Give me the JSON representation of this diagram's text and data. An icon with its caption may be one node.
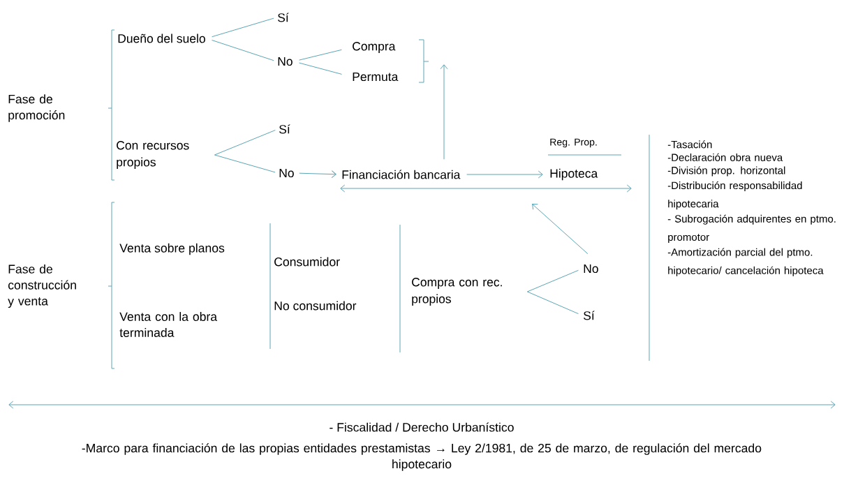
{
  "diagram": {
    "nodes": [
      {
        "text": [
          "Dueño del suelo"
        ]
      },
      {
        "text": [
          "Sí"
        ]
      },
      {
        "text": [
          "No"
        ]
      },
      {
        "text": [
          "Compra"
        ]
      },
      {
        "text": [
          "Permuta"
        ]
      },
      {
        "text": [
          "Con recursos propios"
        ]
      },
      {
        "text": [
          "Sí"
        ]
      },
      {
        "text": [
          "No"
        ]
      },
      {
        "text": [
          "Financiación bancaria"
        ]
      },
      {
        "text": [
          "Hipoteca"
        ]
      },
      {
        "text": [
          "Compra con rec. propios"
        ]
      },
      {
        "text": [
          "No"
        ]
      },
      {
        "text": [
          "Sí"
        ]
      }
    ],
    "edges": [
      {
        "from": 0,
        "to": 1,
        "arrow": "none"
      },
      {
        "from": 0,
        "to": 2,
        "arrow": "none"
      },
      {
        "from": 2,
        "to": 3,
        "arrow": "none"
      },
      {
        "from": 2,
        "to": 4,
        "arrow": "none"
      },
      {
        "from": 5,
        "to": 6,
        "arrow": "none"
      },
      {
        "from": 5,
        "to": 7,
        "arrow": "none"
      },
      {
        "from": 7,
        "to": 8,
        "arrow": "to"
      },
      {
        "from": 8,
        "to": 9,
        "arrow": "to"
      },
      {
        "from": 8,
        "to": null,
        "arrow": "to"
      },
      {
        "from": 10,
        "to": 11,
        "arrow": "none"
      },
      {
        "from": 10,
        "to": 12,
        "arrow": "none"
      },
      {
        "from": 11,
        "to": null,
        "arrow": "to"
      }
    ],
    "labels": [
      "Fase de promoción",
      "Reg. Prop.",
      "Fase de construcción y venta",
      "Venta sobre planos",
      "Venta con la obra terminada",
      "Consumidor",
      "No consumidor",
      "-Tasación",
      "-Declaración obra nueva",
      "-División prop. horizontal",
      "-Distribución responsabilidad hipotecaria",
      "- Subrogación adquirentes en ptmo. promotor",
      "-Amortización parcial del ptmo. hipotecario/ cancelación hipoteca",
      "- Fiscalidad / Derecho Urbanístico",
      "-Marco para financiación de las propias entidades prestamistas → Ley 2/1981, de 25 de marzo, de regulación del mercado hipotecario"
    ]
  }
}
